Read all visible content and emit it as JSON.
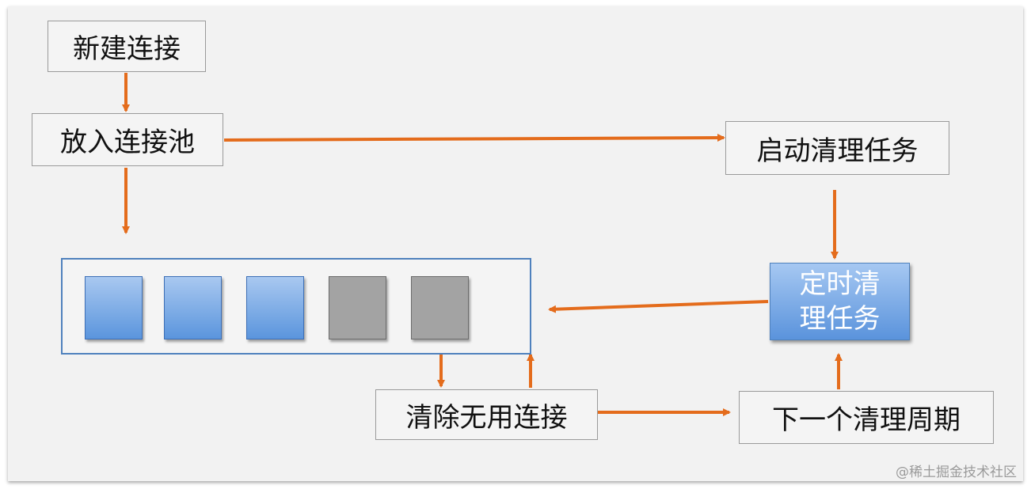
{
  "nodes": {
    "new_connection": "新建连接",
    "put_in_pool": "放入连接池",
    "start_cleanup_task": "启动清理任务",
    "timed_cleanup_task_line1": "定时清",
    "timed_cleanup_task_line2": "理任务",
    "remove_useless_connections": "清除无用连接",
    "next_cleanup_cycle": "下一个清理周期"
  },
  "pool": {
    "connections": [
      {
        "state": "active"
      },
      {
        "state": "active"
      },
      {
        "state": "active"
      },
      {
        "state": "idle"
      },
      {
        "state": "idle"
      }
    ]
  },
  "colors": {
    "arrow": "#e46c1c",
    "active_connection": "#5b95dd",
    "idle_connection": "#a3a3a3",
    "pool_border": "#4f81bd"
  },
  "watermark": "@稀土掘金技术社区"
}
